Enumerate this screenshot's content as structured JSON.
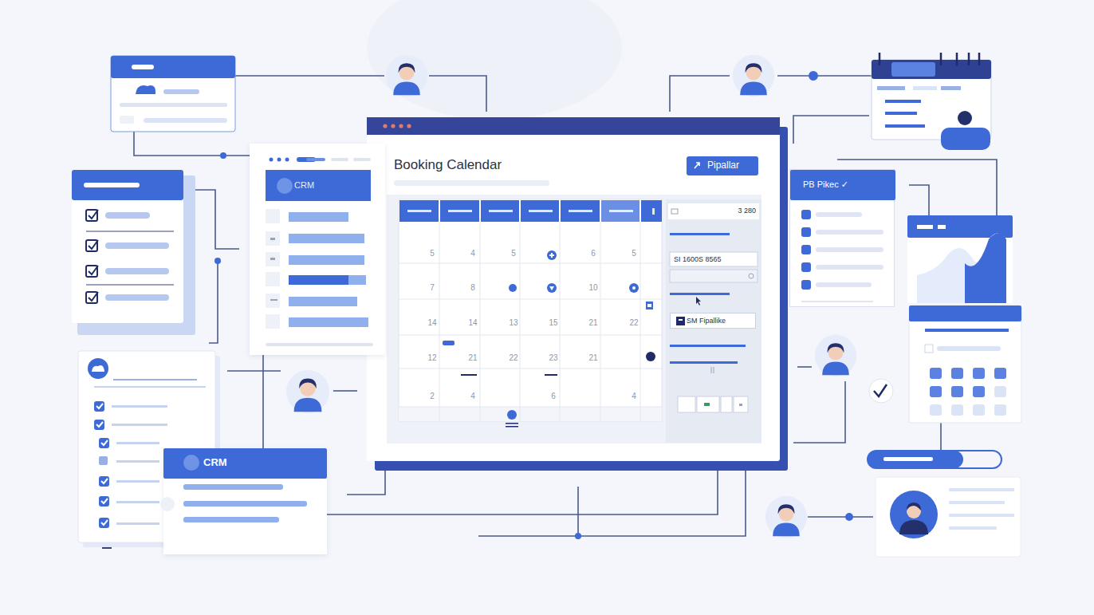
{
  "diagram": {
    "nodes": [
      {
        "text": [
          "Booking Calendar"
        ]
      },
      {
        "text": [
          "Pipallar"
        ],
        "in": 0
      },
      {
        "text": [
          "SM Fipallike"
        ],
        "in": 0
      },
      {
        "text": [
          "CRM"
        ]
      },
      {
        "text": [
          "CRM"
        ]
      },
      {
        "text": [
          "PB Pikec ✓"
        ]
      }
    ],
    "edges": [
      {
        "from": 3,
        "to": 4,
        "arrow": "none"
      },
      {
        "from": 4,
        "to": 0,
        "arrow": "none"
      }
    ],
    "labels": [
      "5",
      "4",
      "5",
      "6",
      "5",
      "7",
      "8",
      "10",
      "14",
      "14",
      "13",
      "15",
      "21",
      "22",
      "12",
      "21",
      "22",
      "23",
      "21",
      "2",
      "4",
      "6",
      "4",
      "3 280",
      "SI 1600S 8565"
    ]
  }
}
